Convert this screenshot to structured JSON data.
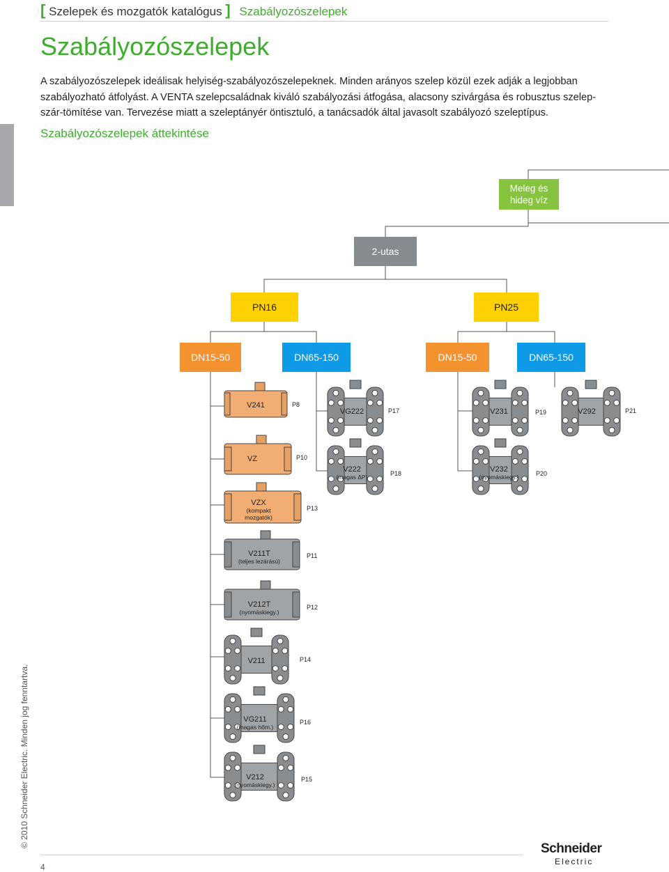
{
  "header": {
    "bracket_open": "[",
    "catalog": "Szelepek és mozgatók katalógus",
    "bracket_close": "]",
    "section": "Szabályozószelepek"
  },
  "title": "Szabályozószelepek",
  "intro": "A szabályozószelepek ideálisak helyiség-szabályozószelepeknek. Minden arányos szelep közül ezek adják a legjobban szabályozható átfolyást. A VENTA szelepcsaládnak kiváló szabályozási átfogása, alacsony szivárgása és robusztus szelep-szár-tömítése van. Tervezése miatt a szeleptányér öntisztuló, a tanácsadók által javasolt szabályozó szeleptípus.",
  "overview_title": "Szabályozószelepek áttekintése",
  "tree": {
    "root_line1": "Meleg és",
    "root_line2": "hideg víz",
    "level2": "2-utas",
    "pn16": "PN16",
    "pn25": "PN25",
    "dn1": "DN15-50",
    "dn2": "DN65-150",
    "dn3": "DN15-50",
    "dn4": "DN65-150"
  },
  "valves": {
    "v241": {
      "name": "V241",
      "page": "P8"
    },
    "vz": {
      "name": "VZ",
      "page": "P10"
    },
    "vzx": {
      "name": "VZX",
      "sub": "(kompakt mozgatók)",
      "page": "P13"
    },
    "v211t": {
      "name": "V211T",
      "sub": "(teljes lezárású)",
      "page": "P11"
    },
    "v212t": {
      "name": "V212T",
      "sub": "(nyomáskiegy.)",
      "page": "P12"
    },
    "v211": {
      "name": "V211",
      "page": "P14"
    },
    "vg211": {
      "name": "VG211",
      "sub": "(magas hőm.)",
      "page": "P16"
    },
    "v212": {
      "name": "V212",
      "sub": "(nyomáskiegy.)",
      "page": "P15"
    },
    "vg222": {
      "name": "VG222",
      "page": "P17"
    },
    "v222": {
      "name": "V222",
      "sub": "(magas ΔP)",
      "page": "P18"
    },
    "v231": {
      "name": "V231",
      "page": "P19"
    },
    "v232": {
      "name": "V232",
      "sub": "(nyomáskiegy.)",
      "page": "P20"
    },
    "v292": {
      "name": "V292",
      "page": "P21"
    }
  },
  "footer": {
    "copyright": "© 2010 Schneider Electric. Minden jog fenntartva.",
    "page_number": "4",
    "logo_line1": "Schneider",
    "logo_line2": "Electric"
  },
  "colors": {
    "accent": "#3dae2b",
    "orange": "#f49230",
    "blue": "#0f9ae8",
    "yellow": "#ffd100",
    "gray": "#878a8e",
    "green_box": "#86c440"
  }
}
